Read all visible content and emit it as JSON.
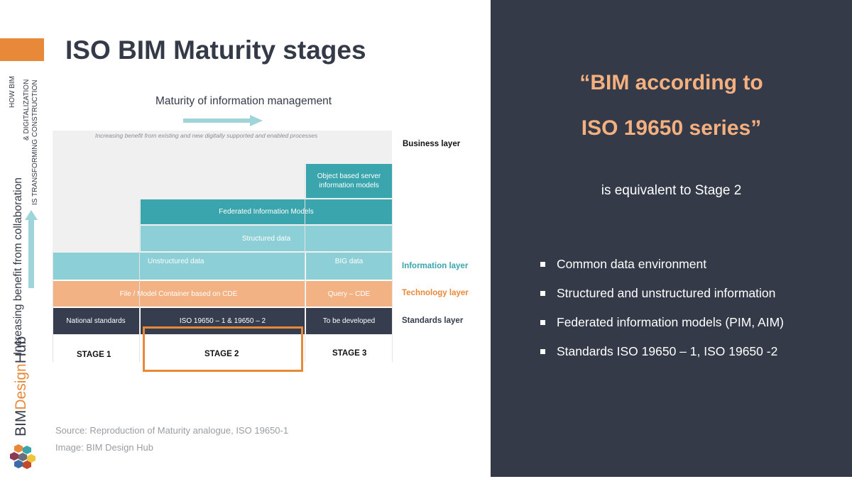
{
  "slide": {
    "title": "ISO BIM Maturity stages",
    "tagline": [
      "HOW BIM",
      "& DIGITALIZATION",
      "IS TRANSFORMING CONSTRUCTION"
    ],
    "brand": {
      "part1": "BIM",
      "part2": "Design",
      "part3": "Hub"
    },
    "source": "Source: Reproduction of Maturity analogue, ISO 19650-1",
    "image_credit": "Image: BIM Design Hub"
  },
  "diagram": {
    "top_label": "Maturity of information management",
    "side_label": "Increasing benefit from collaboration",
    "business_note": "Increasing benefit from existing and new digitally supported and enabled processes",
    "blocks": {
      "object_server": "Object based server information models",
      "federated": "Federated Information Models",
      "structured": "Structured data",
      "unstructured": "Unstructured data",
      "big_data": "BIG data",
      "file_container": "File / Model Container based on CDE",
      "query_cde": "Query – CDE",
      "national_standards": "National standards",
      "iso_standards": "ISO 19650 – 1 & 19650 – 2",
      "to_be_developed": "To be developed"
    },
    "stages": [
      "STAGE 1",
      "STAGE 2",
      "STAGE 3"
    ],
    "layers": [
      {
        "label": "Business layer",
        "color": "#111111"
      },
      {
        "label": "Information layer",
        "color": "#3aa5ad"
      },
      {
        "label": "Technology layer",
        "color": "#e8893a"
      },
      {
        "label": "Standards layer",
        "color": "#353d4f"
      }
    ],
    "colors": {
      "dark_teal": "#3aa5ad",
      "light_teal": "#8ccfd6",
      "peach": "#f2b283",
      "navy": "#353d4f",
      "highlight": "#e8893a"
    }
  },
  "panel": {
    "quote_line1": "“BIM according to",
    "quote_line2": "ISO 19650 series”",
    "equivalence": "is equivalent to Stage 2",
    "bullets": [
      "Common data environment",
      "Structured and unstructured information",
      "Federated information models (PIM, AIM)",
      "Standards ISO 19650 – 1, ISO 19650 -2"
    ],
    "background": "#353a48",
    "accent": "#f5b07f"
  }
}
